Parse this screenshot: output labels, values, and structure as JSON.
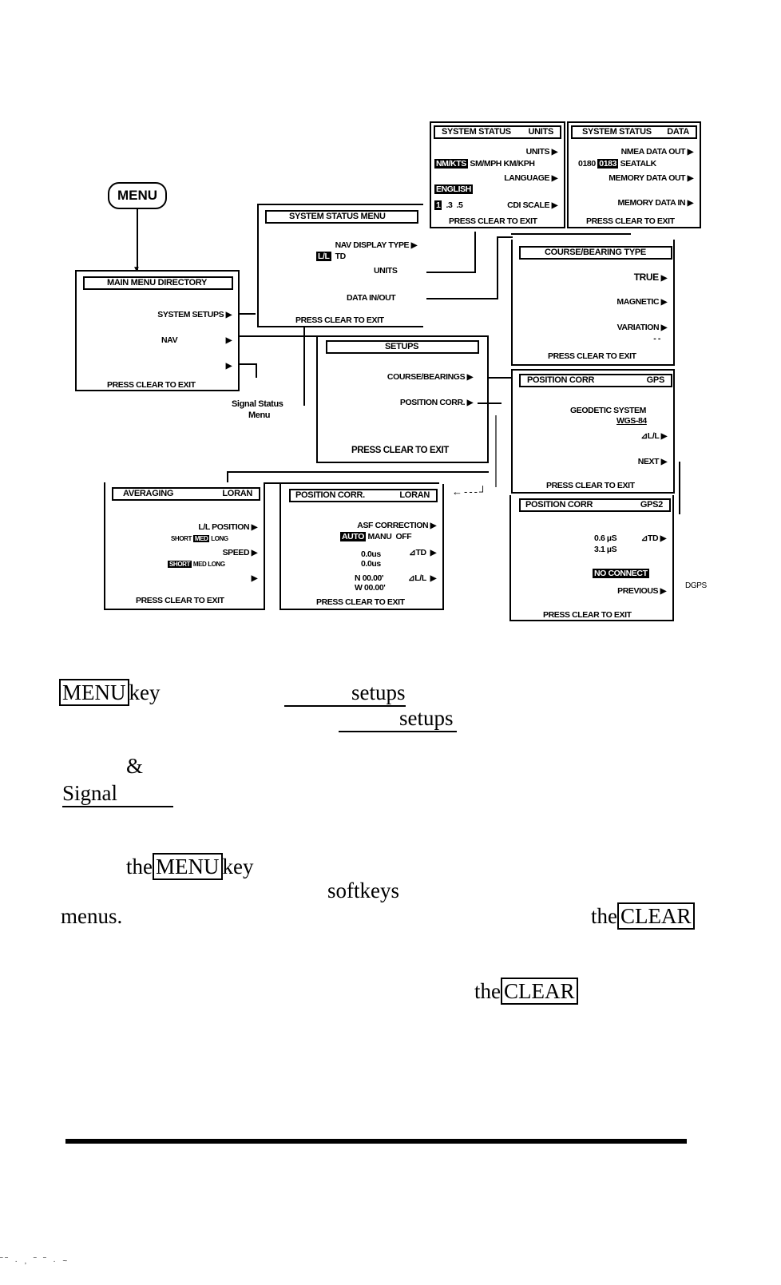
{
  "menu_key": "MENU",
  "system_status_units": {
    "title_left": "SYSTEM STATUS",
    "title_right": "UNITS",
    "units": "UNITS",
    "nm": "NM/KTS",
    "sm": "SM/MPH",
    "km": "KM/KPH",
    "language": "LANGUAGE",
    "english": "ENGLISH",
    "cdi1": "1",
    "cdi2": ".3",
    "cdi3": ".5",
    "cdi_scale": "CDI SCALE",
    "exit": "PRESS CLEAR TO EXIT"
  },
  "system_status_data": {
    "title_left": "SYSTEM STATUS",
    "title_right": "DATA",
    "nmea": "NMEA DATA OUT",
    "v0180": "0180",
    "v0183": "0183",
    "seatalk": "SEATALK",
    "mem_out": "MEMORY DATA OUT",
    "mem_in": "MEMORY DATA IN",
    "exit": "PRESS CLEAR TO EXIT"
  },
  "system_status_menu": {
    "title": "SYSTEM STATUS MENU",
    "nav_display": "NAV DISPLAY TYPE",
    "ll": "L/L",
    "td": "TD",
    "units": "UNITS",
    "data": "DATA IN/OUT",
    "exit": "PRESS CLEAR TO EXIT"
  },
  "course_bearing": {
    "title": "COURSE/BEARING TYPE",
    "true": "TRUE",
    "magnetic": "MAGNETIC",
    "variation": "VARIATION",
    "dashes": "- -",
    "exit": "PRESS CLEAR TO EXIT"
  },
  "main_menu": {
    "title": "MAIN MENU DIRECTORY",
    "system": "SYSTEM SETUPS",
    "nav": "NAV",
    "exit": "PRESS CLEAR TO EXIT"
  },
  "setups": {
    "title": "SETUPS",
    "course": "COURSE/BEARINGS",
    "position": "POSITION CORR.",
    "exit": "PRESS CLEAR TO EXIT"
  },
  "signal_status": {
    "line1": "Signal Status",
    "line2": "Menu"
  },
  "position_gps": {
    "title_left": "POSITION CORR",
    "title_right": "GPS",
    "geo": "GEODETIC SYSTEM",
    "wgs": "WGS-84",
    "ll": "⊿L/L",
    "next": "NEXT",
    "exit": "PRESS CLEAR TO EXIT"
  },
  "averaging": {
    "title_left": "AVERAGING",
    "title_right": "LORAN",
    "ll_pos": "L/L POSITION",
    "short": "SHORT",
    "med": "MED",
    "long": "LONG",
    "speed": "SPEED",
    "short2": "SHORT",
    "med2": "MED",
    "long2": "LONG",
    "exit": "PRESS CLEAR TO EXIT"
  },
  "position_loran": {
    "title_left": "POSITION CORR.",
    "title_right": "LORAN",
    "asf": "ASF CORRECTION",
    "auto": "AUTO",
    "manu": "MANU",
    "off": "OFF",
    "us1": "0.0us",
    "us2": "0.0us",
    "td": "⊿TD",
    "n": "N 00.00'",
    "w": "W 00.00'",
    "ll": "⊿L/L",
    "exit": "PRESS CLEAR TO EXIT"
  },
  "position_gps2": {
    "title_left": "POSITION CORR",
    "title_right": "GPS2",
    "us1": "0.6 µS",
    "us2": "3.1 µS",
    "td": "⊿TD",
    "noconnect": "NO CONNECT",
    "previous": "PREVIOUS",
    "dgps": "DGPS",
    "exit": "PRESS CLEAR TO EXIT"
  },
  "text": {
    "menu_key": "MENU",
    "key1": "key",
    "setups1": "setups",
    "setups2": "setups",
    "amp": "&",
    "signal": "Signal",
    "the1": "the",
    "menu_key2": "MENU",
    "key2": "key",
    "softkeys": "softkeys",
    "menus": "menus.",
    "the2": "the",
    "clear1": "CLEAR",
    "the3": "the",
    "clear2": "CLEAR"
  }
}
